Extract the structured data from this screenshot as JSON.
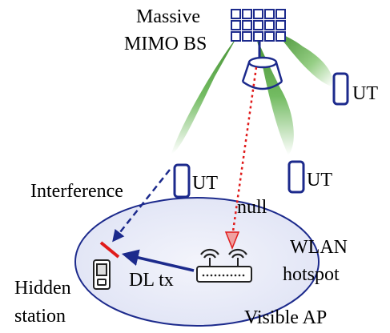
{
  "labels": {
    "bs_line1": "Massive",
    "bs_line2": "MIMO BS",
    "ut_right": "UT",
    "ut_middle": "UT",
    "ut_left": "UT",
    "interference": "Interference",
    "null": "null",
    "wlan_line1": "WLAN",
    "wlan_line2": "hotspot",
    "dl_tx": "DL tx",
    "hidden_line1": "Hidden",
    "hidden_line2": "station",
    "visible_ap": "Visible AP"
  },
  "colors": {
    "antenna_blue": "#1c2a8c",
    "beam_green": "#5aa845",
    "null_red": "#e01b1b",
    "interference_blue": "#1c2a8c",
    "ellipse_fill": "#e8ebf8",
    "ellipse_stroke": "#1c2a8c"
  },
  "icons": [
    "antenna-array-icon",
    "cone-icon",
    "phone-icon",
    "router-icon",
    "hidden-station-phone-icon",
    "wifi-icon"
  ]
}
